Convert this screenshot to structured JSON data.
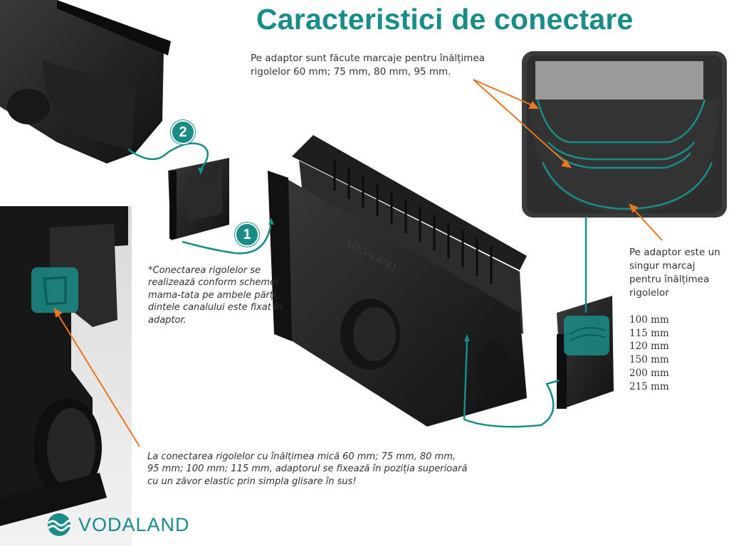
{
  "title": "Caracteristici de conectare",
  "notes": {
    "top": "Pe adaptor sunt făcute marcaje pentru înălțimea rigolelor 60 mm; 75 mm, 80 mm, 95 mm.",
    "right_head": "Pe adaptor este un singur marcaj pentru înălțimea rigolelor",
    "right_values": [
      "100 mm",
      "115 mm",
      "120 mm",
      "150 mm",
      "200 mm",
      "215 mm"
    ],
    "middle": "*Conectarea rigolelor se realizează conform schemei mama-tata pe ambele părți, dintele canalului este fixat în adaptor.",
    "bottom": "La conectarea rigolelor cu înălțimea mică 60 mm; 75 mm, 80 mm, 95 mm; 100 mm; 115 mm, adaptorul se fixează în poziția superioară cu un zăvor elastic prin simpla glisare în sus!"
  },
  "steps": [
    "1",
    "2"
  ],
  "brand": {
    "name": "VODALAND",
    "embossed": "VODALAND"
  },
  "colors": {
    "accent": "#1a8c87",
    "arrow": "#e87722",
    "product": "#1c1c1c"
  }
}
